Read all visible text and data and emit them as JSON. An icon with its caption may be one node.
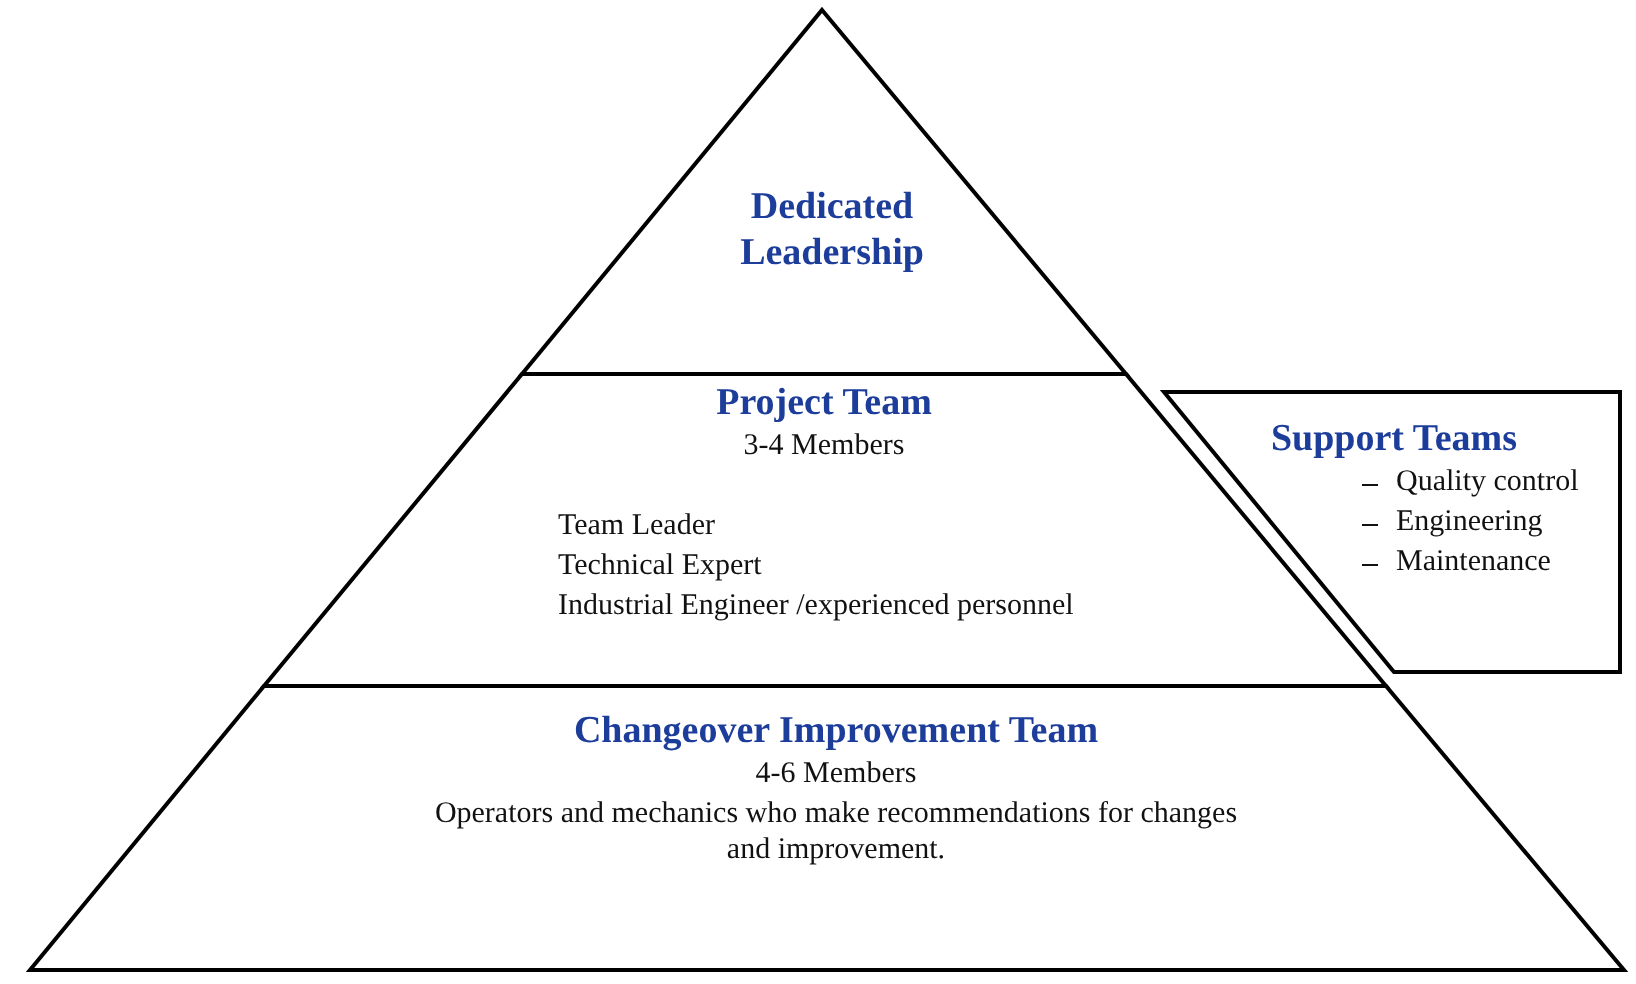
{
  "diagram": {
    "nodes": [
      {
        "text": [
          "Dedicated Leadership"
        ]
      },
      {
        "text": [
          "Project Team",
          "3-4 Members",
          "Team Leader",
          "Technical Expert",
          "Industrial Engineer /experienced personnel"
        ]
      },
      {
        "text": [
          "Changeover Improvement Team",
          "4-6 Members",
          "Operators and mechanics who make recommendations for changes and improvement."
        ]
      },
      {
        "text": [
          "Support Teams",
          "Quality control",
          "Engineering",
          "Maintenance"
        ]
      }
    ],
    "edges": []
  }
}
